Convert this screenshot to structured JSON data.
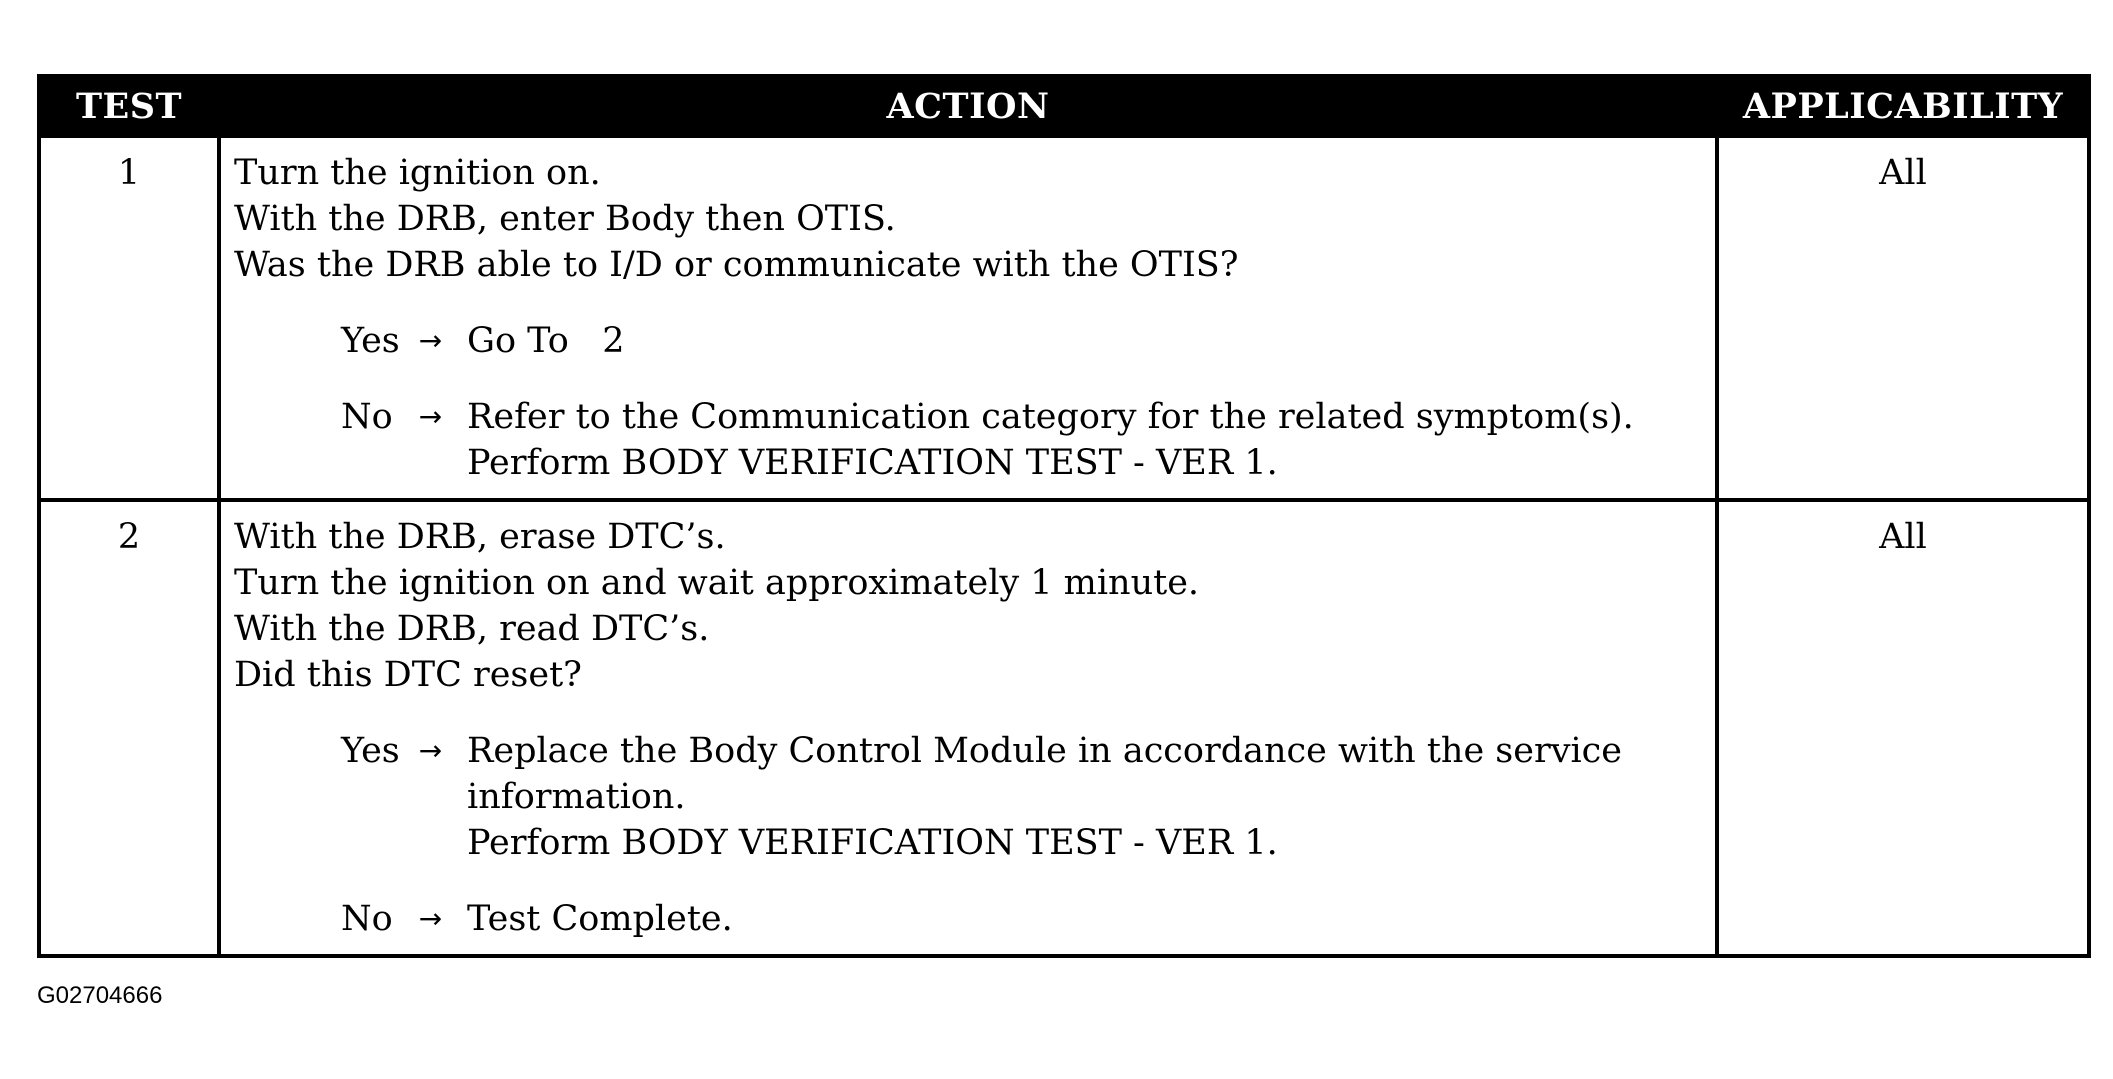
{
  "headers": {
    "test": "TEST",
    "action": "ACTION",
    "applicability": "APPLICABILITY"
  },
  "rows": [
    {
      "test": "1",
      "steps": [
        "Turn the ignition on.",
        "With the DRB, enter Body then OTIS.",
        "Was the DRB able to I/D or communicate with the OTIS?"
      ],
      "outcomes": [
        {
          "answer": "Yes",
          "arrow": "→",
          "lines": [
            "Go To   2"
          ]
        },
        {
          "answer": "No",
          "arrow": "→",
          "lines": [
            "Refer to the Communication category for the related symptom(s).",
            "Perform BODY VERIFICATION TEST - VER 1."
          ]
        }
      ],
      "applicability": "All"
    },
    {
      "test": "2",
      "steps": [
        "With the DRB, erase DTC’s.",
        "Turn the ignition on and wait approximately 1 minute.",
        "With the DRB, read DTC’s.",
        "Did this DTC reset?"
      ],
      "outcomes": [
        {
          "answer": "Yes",
          "arrow": "→",
          "lines": [
            "Replace the Body Control Module in accordance with the service",
            "information.",
            "Perform BODY VERIFICATION TEST - VER 1."
          ]
        },
        {
          "answer": "No",
          "arrow": "→",
          "lines": [
            "Test Complete."
          ]
        }
      ],
      "applicability": "All"
    }
  ],
  "figure_id": "G02704666"
}
